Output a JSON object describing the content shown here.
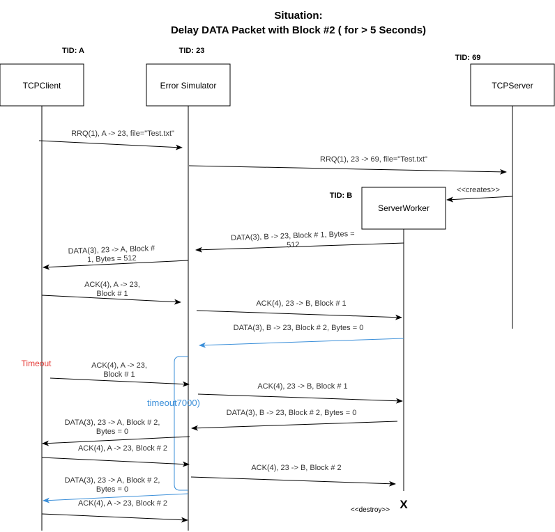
{
  "title": {
    "line1": "Situation:",
    "line2": "Delay DATA Packet with Block #2 ( for > 5 Seconds)"
  },
  "colors": {
    "normal": "#000000",
    "highlight": "#3B8FD9",
    "timeout": "#E53935"
  },
  "tids": {
    "client": "TID: A",
    "simulator": "TID: 23",
    "server": "TID: 69",
    "worker": "TID: B"
  },
  "participants": {
    "client": "TCPClient",
    "simulator": "Error Simulator",
    "server": "TCPServer",
    "worker": "ServerWorker"
  },
  "messages": [
    {
      "lines": [
        "RRQ(1), A -> 23, file=\"Test.txt\""
      ],
      "highlight": false
    },
    {
      "lines": [
        "RRQ(1), 23 -> 69, file=\"Test.txt\""
      ],
      "highlight": false
    },
    {
      "lines": [
        "<<creates>>"
      ],
      "highlight": false
    },
    {
      "lines": [
        "DATA(3), B -> 23, Block # 1, Bytes =",
        "512"
      ],
      "highlight": false
    },
    {
      "lines": [
        "DATA(3), 23 -> A, Block #",
        "1, Bytes = 512"
      ],
      "highlight": false
    },
    {
      "lines": [
        "ACK(4), A -> 23,",
        "Block # 1"
      ],
      "highlight": false
    },
    {
      "lines": [
        "ACK(4), 23 -> B, Block # 1"
      ],
      "highlight": false
    },
    {
      "lines": [
        "DATA(3), B -> 23, Block # 2, Bytes = 0"
      ],
      "highlight": true
    },
    {
      "lines": [
        "ACK(4), A -> 23,",
        "Block # 1"
      ],
      "highlight": false
    },
    {
      "lines": [
        "ACK(4), 23 -> B, Block # 1"
      ],
      "highlight": false
    },
    {
      "lines": [
        "DATA(3), B -> 23, Block # 2, Bytes = 0"
      ],
      "highlight": false
    },
    {
      "lines": [
        "DATA(3), 23 -> A, Block # 2,",
        "Bytes = 0"
      ],
      "highlight": false
    },
    {
      "lines": [
        "ACK(4), A -> 23, Block # 2"
      ],
      "highlight": false
    },
    {
      "lines": [
        "ACK(4), 23 -> B, Block # 2"
      ],
      "highlight": false
    },
    {
      "lines": [
        "DATA(3), 23 -> A, Block # 2,",
        "Bytes = 0"
      ],
      "highlight": true
    },
    {
      "lines": [
        "ACK(4), A -> 23, Block # 2"
      ],
      "highlight": false
    }
  ],
  "annotations": {
    "timeout": "Timeout",
    "timeout_bracket": "timeout7000)",
    "destroy": "<<destroy>>",
    "destroy_mark": "X"
  }
}
